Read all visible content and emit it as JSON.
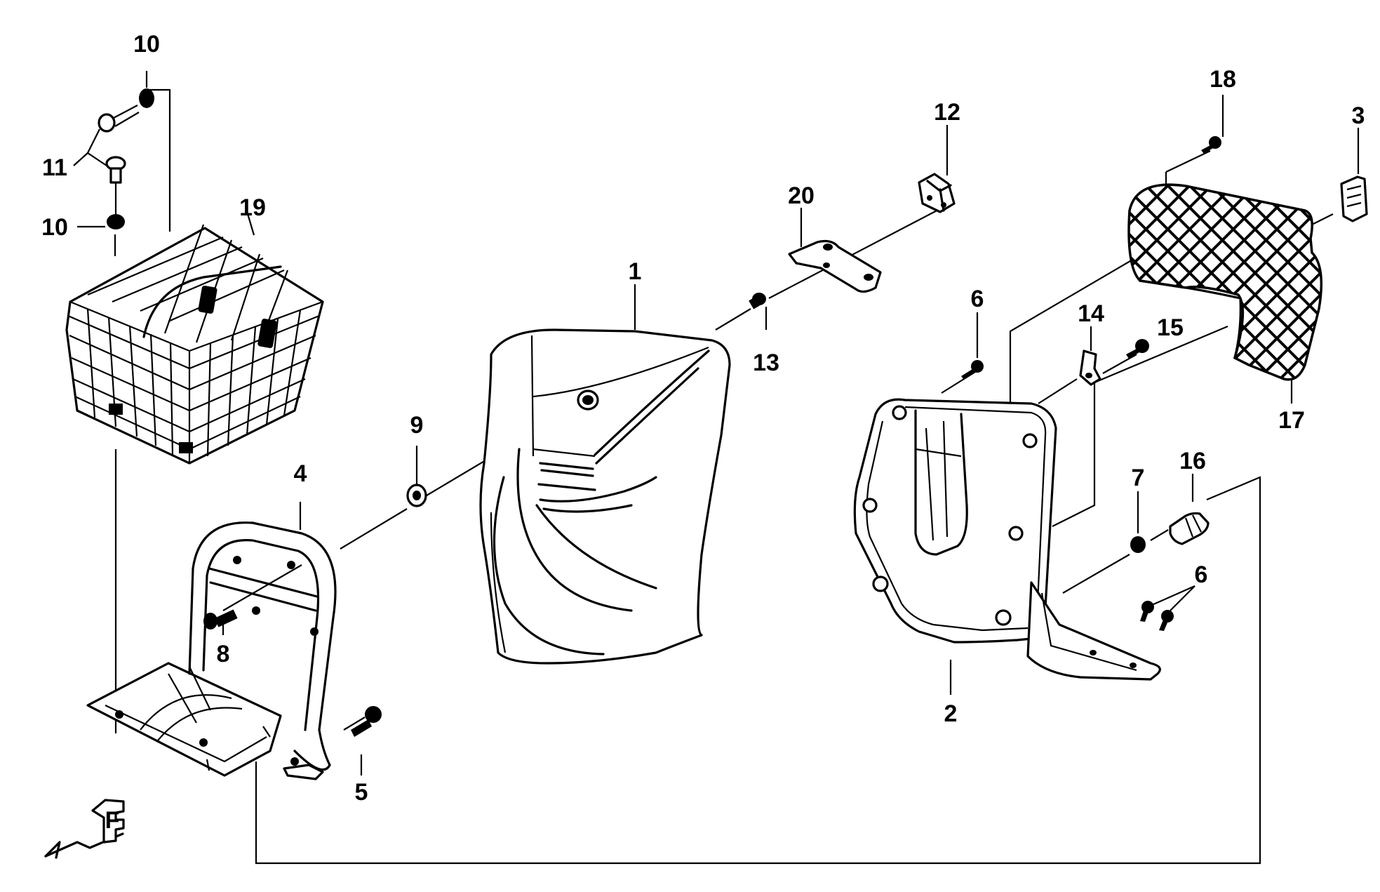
{
  "colors": {
    "ink": "#000000",
    "background": "#ffffff"
  },
  "direction_marker": "F",
  "callouts": [
    {
      "id": "c1",
      "label": "1"
    },
    {
      "id": "c2",
      "label": "2"
    },
    {
      "id": "c3",
      "label": "3"
    },
    {
      "id": "c4",
      "label": "4"
    },
    {
      "id": "c5",
      "label": "5"
    },
    {
      "id": "c6a",
      "label": "6"
    },
    {
      "id": "c6b",
      "label": "6"
    },
    {
      "id": "c7",
      "label": "7"
    },
    {
      "id": "c8",
      "label": "8"
    },
    {
      "id": "c9",
      "label": "9"
    },
    {
      "id": "c10a",
      "label": "10"
    },
    {
      "id": "c10b",
      "label": "10"
    },
    {
      "id": "c11",
      "label": "11"
    },
    {
      "id": "c12",
      "label": "12"
    },
    {
      "id": "c13",
      "label": "13"
    },
    {
      "id": "c14",
      "label": "14"
    },
    {
      "id": "c15",
      "label": "15"
    },
    {
      "id": "c16",
      "label": "16"
    },
    {
      "id": "c17",
      "label": "17"
    },
    {
      "id": "c18",
      "label": "18"
    },
    {
      "id": "c19",
      "label": "19"
    },
    {
      "id": "c20",
      "label": "20"
    }
  ]
}
